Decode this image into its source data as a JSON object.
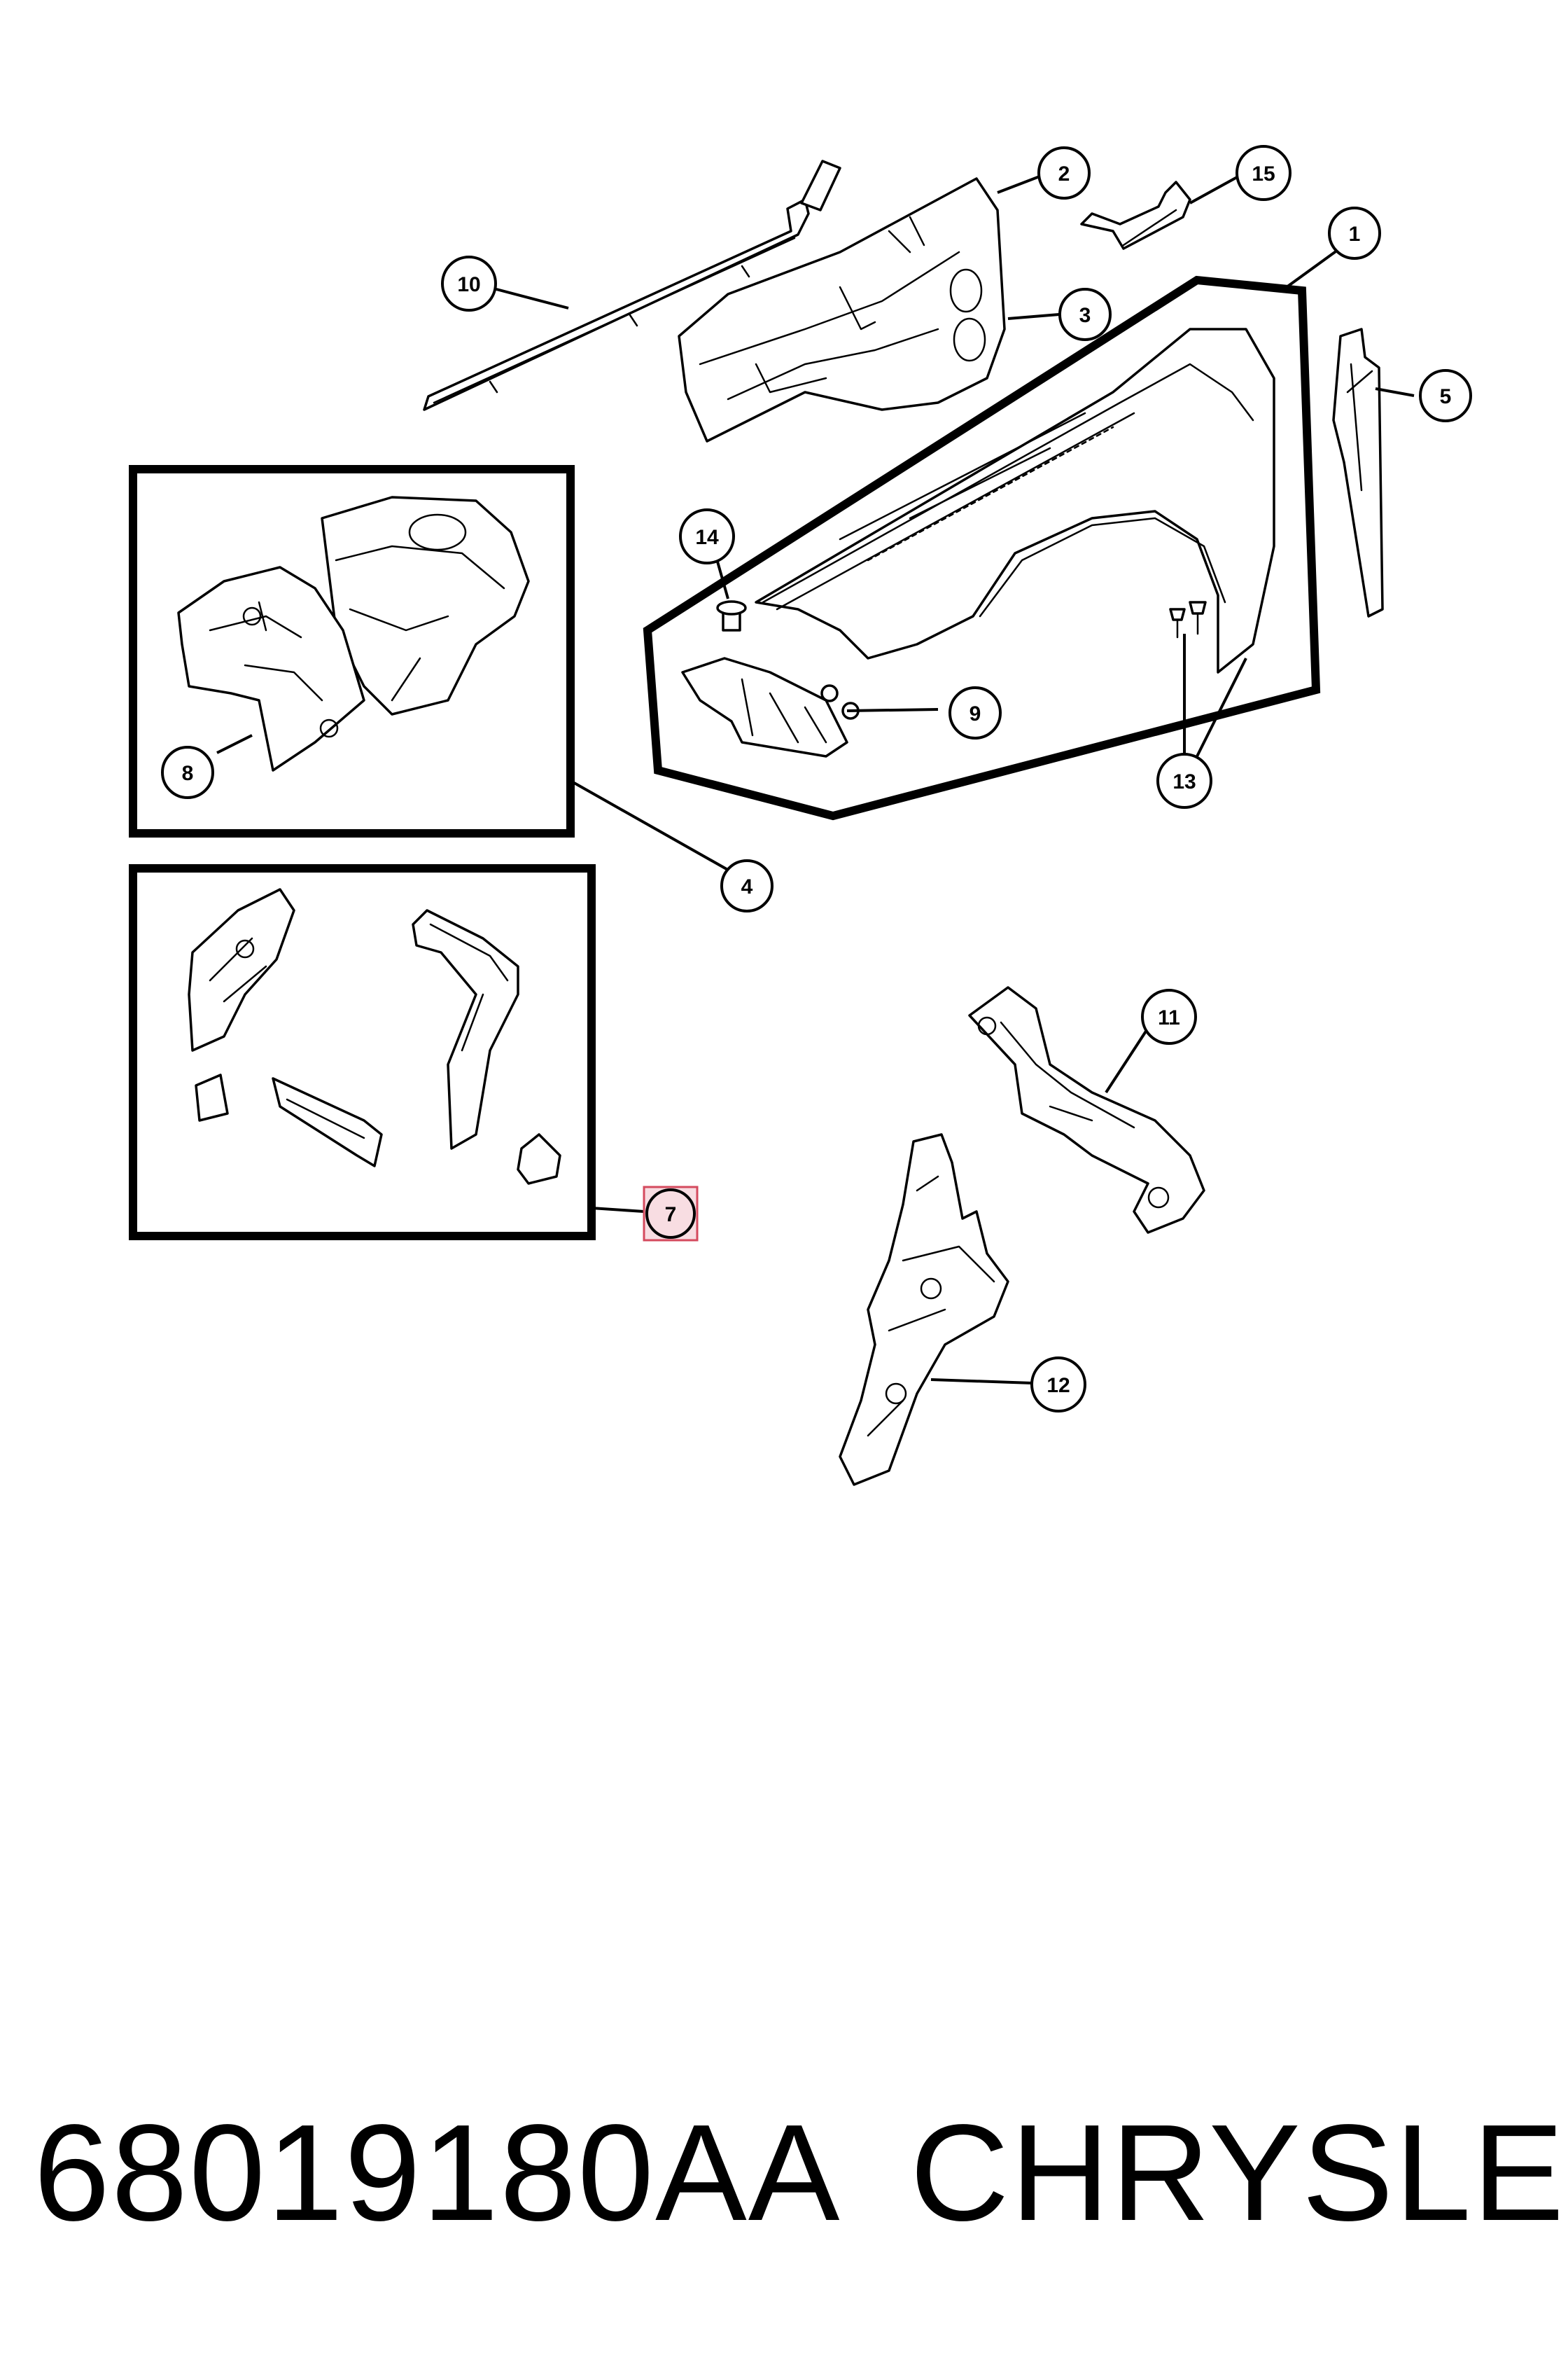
{
  "callouts": {
    "c1": "1",
    "c2": "2",
    "c3": "3",
    "c4": "4",
    "c5": "5",
    "c7": "7",
    "c8": "8",
    "c9": "9",
    "c10": "10",
    "c11": "11",
    "c12": "12",
    "c13": "13",
    "c14": "14",
    "c15": "15"
  },
  "caption": {
    "part_number": "68019180AA",
    "brand": "CHRYSLER"
  },
  "highlight_color": "#f4c6cf"
}
